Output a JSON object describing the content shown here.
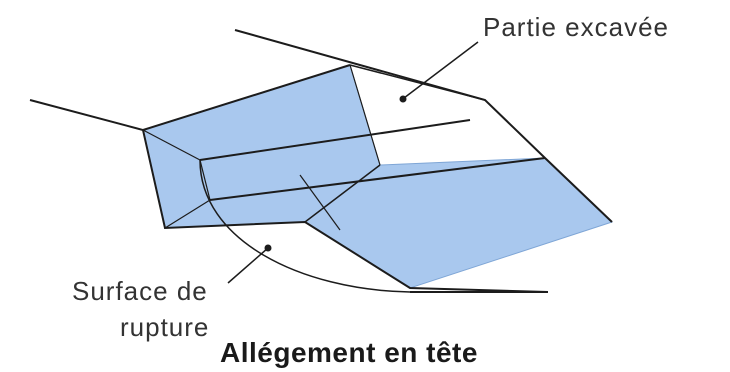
{
  "labels": {
    "excavated": "Partie excavée",
    "surface_line1": "Surface de",
    "surface_line2": "rupture",
    "caption": "Allégement en tête"
  },
  "colors": {
    "removed_fill": "#a9c8ee",
    "removed_stroke": "#7fa6d6",
    "line": "#1c1c1c",
    "text": "#333333"
  }
}
